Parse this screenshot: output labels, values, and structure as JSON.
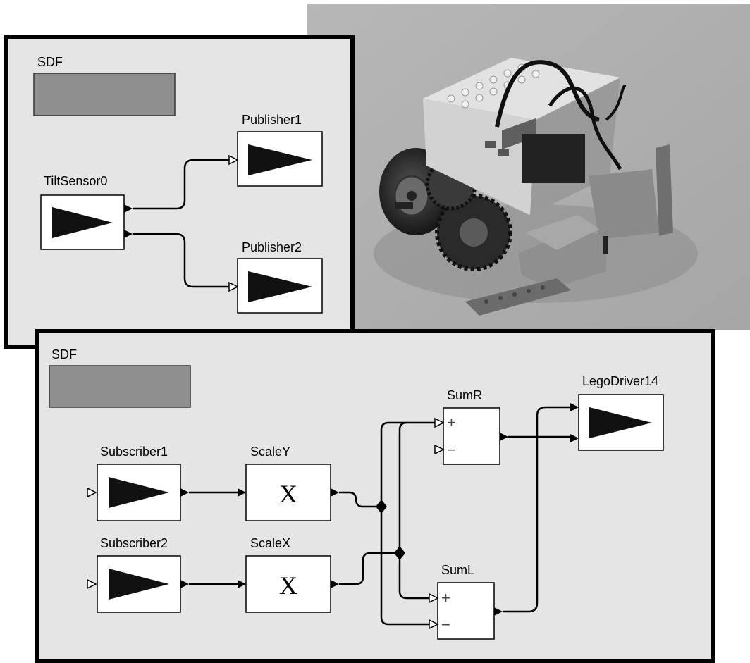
{
  "top_model": {
    "director_label": "SDF",
    "actors": {
      "tilt_sensor": "TiltSensor0",
      "publisher1": "Publisher1",
      "publisher2": "Publisher2"
    }
  },
  "bottom_model": {
    "director_label": "SDF",
    "actors": {
      "subscriber1": "Subscriber1",
      "subscriber2": "Subscriber2",
      "scale_y": "ScaleY",
      "scale_x": "ScaleX",
      "sum_r": "SumR",
      "sum_l": "SumL",
      "lego_driver": "LegoDriver14"
    },
    "scale_symbol": "X",
    "plus_sign": "+",
    "minus_sign": "−"
  },
  "colors": {
    "panel_bg": "#e5e5e5",
    "director_fill": "#8f8f8f",
    "block_fill": "#ffffff",
    "wire": "#000000"
  },
  "photo": {
    "subject": "LEGO Mindstorms robot"
  }
}
